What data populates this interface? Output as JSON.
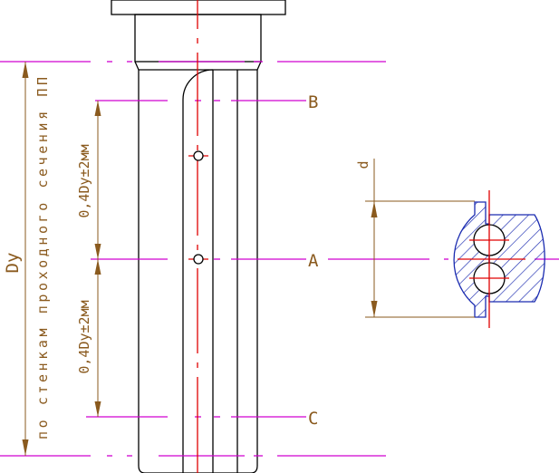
{
  "diagram": {
    "labels": {
      "section_b": "B",
      "section_a": "A",
      "section_c": "C",
      "diameter_symbol": "d",
      "dy": "Dy",
      "wall_note": "по стенкам проходного сечения ПП",
      "upper_offset": "0,4Dy±2мм",
      "lower_offset": "0,4Dy±2мм"
    },
    "colors": {
      "part_outline": "#000000",
      "axis_lines": "#d000d0",
      "center_lines": "#e00000",
      "dimensions": "#8a5a1e",
      "hatching": "#1a2bb0"
    }
  }
}
